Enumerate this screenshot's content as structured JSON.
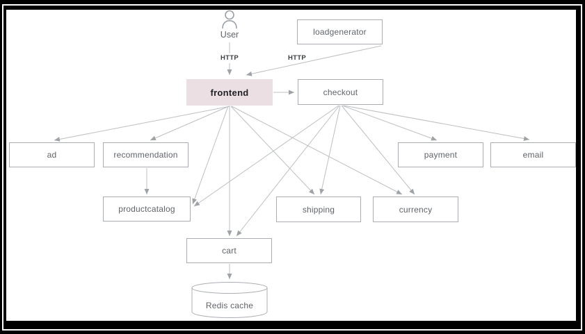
{
  "diagram": {
    "user": {
      "label": "User",
      "icon": "person-icon"
    },
    "edge_labels": {
      "user_to_frontend": "HTTP",
      "loadgenerator_to_frontend": "HTTP"
    },
    "nodes": {
      "loadgenerator": {
        "label": "loadgenerator"
      },
      "frontend": {
        "label": "frontend",
        "highlighted": true
      },
      "checkout": {
        "label": "checkout"
      },
      "ad": {
        "label": "ad"
      },
      "recommendation": {
        "label": "recommendation"
      },
      "payment": {
        "label": "payment"
      },
      "email": {
        "label": "email"
      },
      "productcatalog": {
        "label": "productcatalog"
      },
      "shipping": {
        "label": "shipping"
      },
      "currency": {
        "label": "currency"
      },
      "cart": {
        "label": "cart"
      },
      "redis": {
        "label": "Redis cache",
        "shape": "cylinder"
      }
    },
    "edges": [
      {
        "from": "User",
        "to": "frontend",
        "label": "HTTP"
      },
      {
        "from": "loadgenerator",
        "to": "frontend",
        "label": "HTTP"
      },
      {
        "from": "frontend",
        "to": "checkout"
      },
      {
        "from": "frontend",
        "to": "ad"
      },
      {
        "from": "frontend",
        "to": "recommendation"
      },
      {
        "from": "frontend",
        "to": "productcatalog"
      },
      {
        "from": "frontend",
        "to": "cart"
      },
      {
        "from": "frontend",
        "to": "shipping"
      },
      {
        "from": "frontend",
        "to": "currency"
      },
      {
        "from": "checkout",
        "to": "payment"
      },
      {
        "from": "checkout",
        "to": "email"
      },
      {
        "from": "checkout",
        "to": "productcatalog"
      },
      {
        "from": "checkout",
        "to": "shipping"
      },
      {
        "from": "checkout",
        "to": "currency"
      },
      {
        "from": "checkout",
        "to": "cart"
      },
      {
        "from": "recommendation",
        "to": "productcatalog"
      },
      {
        "from": "cart",
        "to": "Redis cache"
      }
    ],
    "colors": {
      "frame": "#000000",
      "canvas": "#ffffff",
      "node_border": "#a9adb2",
      "node_text": "#5f6368",
      "highlight_bg": "#ebdfe4",
      "highlight_text": "#202124",
      "edge_line": "#bcbfc2",
      "edge_arrow": "#9fa3a8"
    }
  }
}
